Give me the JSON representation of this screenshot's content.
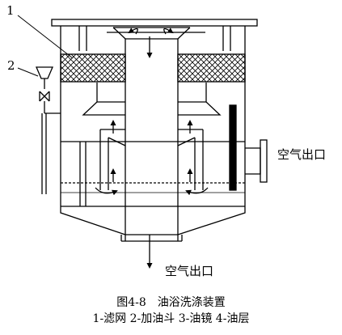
{
  "callouts": {
    "c1": "1",
    "c2": "2"
  },
  "labels": {
    "air_outlet_right": "空气出口",
    "air_outlet_bottom": "空气出口"
  },
  "caption": {
    "title": "图4-8　油浴洗涤装置",
    "legend": "1-滤网 2-加油斗 3-油镜 4-油层"
  }
}
